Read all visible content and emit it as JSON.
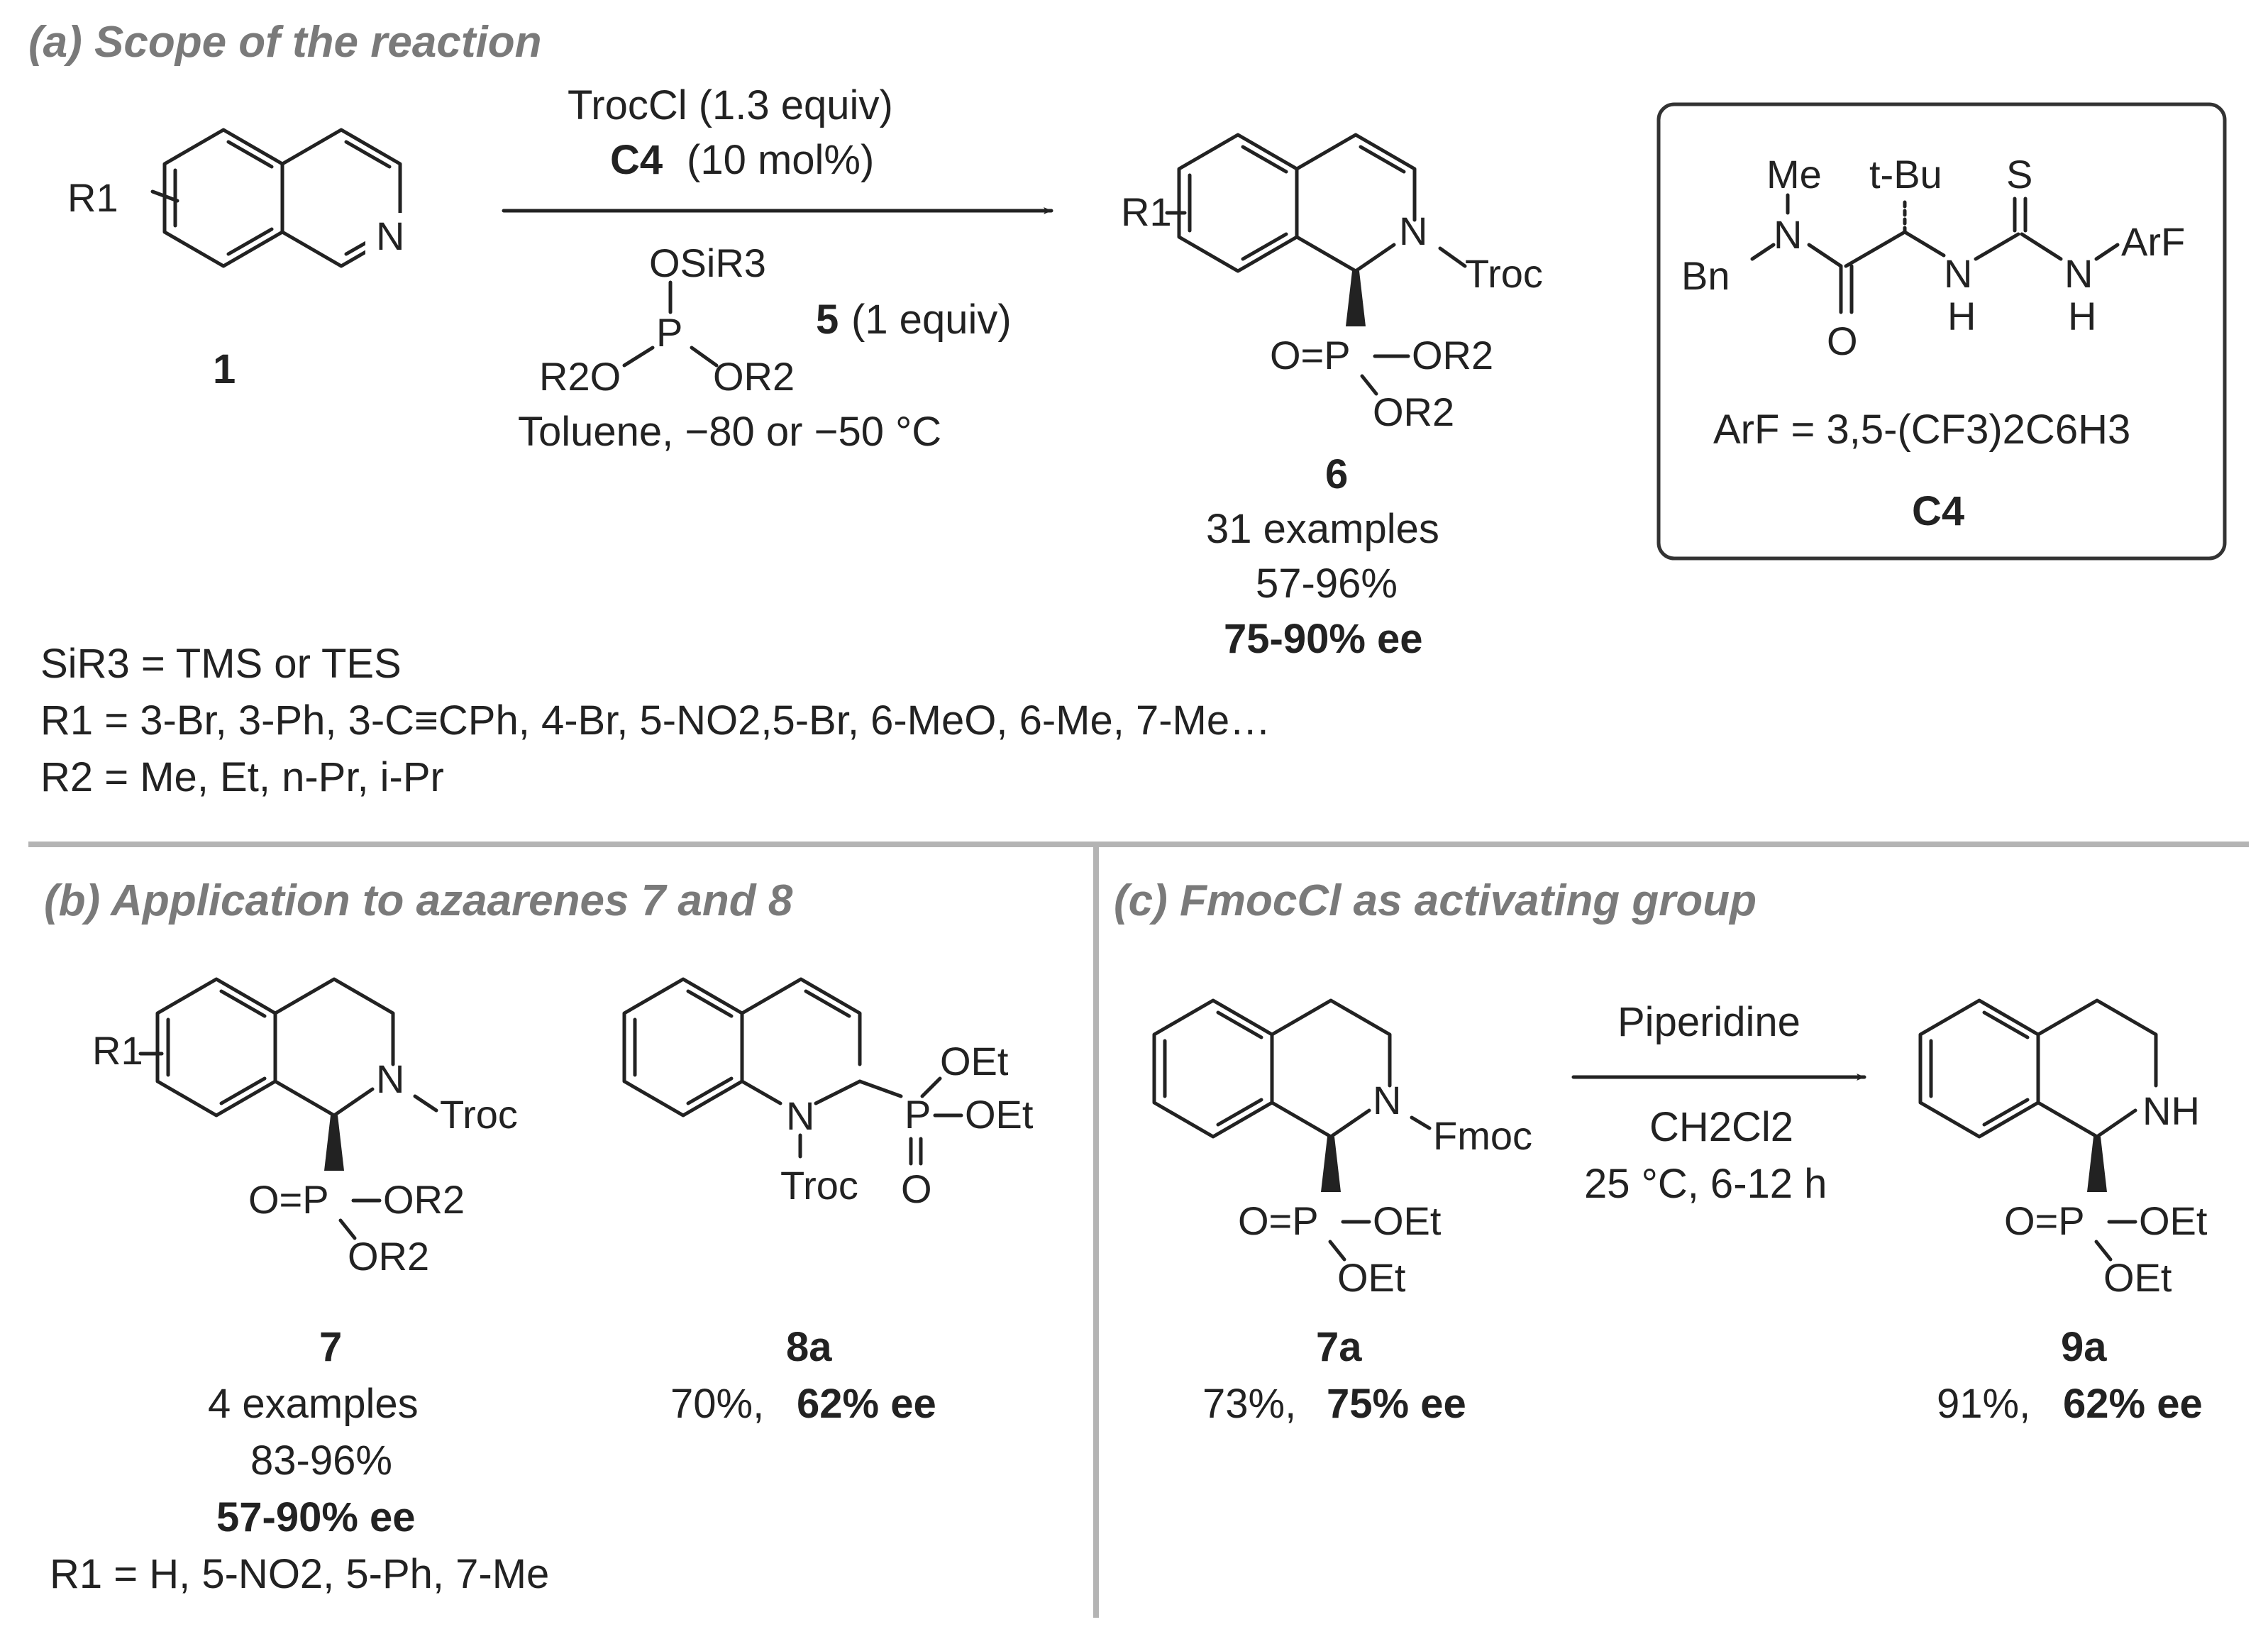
{
  "section_a": {
    "header": "(a) Scope of the reaction",
    "reagents_top": [
      "TrocCl (1.3 equiv)",
      "C4",
      "(10 mol%)"
    ],
    "phosphite": {
      "osir3": "OSiR3",
      "p": "P",
      "r2o": "R2O",
      "or2": "OR2",
      "number": "5",
      "equiv": "(1 equiv)"
    },
    "conditions": "Toluene, −80 or −50 °C",
    "substrate": {
      "r1": "R1",
      "n": "N",
      "number": "1"
    },
    "product": {
      "r1": "R1",
      "n": "N",
      "troc": "Troc",
      "p": "O=P",
      "or2_a": "OR2",
      "or2_b": "OR2",
      "number": "6",
      "examples": "31 examples",
      "yield": "57-96%",
      "ee": "75-90% ee"
    },
    "catalyst": {
      "me": "Me",
      "tbu": "t-Bu",
      "s": "S",
      "bn": "Bn",
      "n1": "N",
      "n2": "N",
      "n3": "N",
      "h1": "H",
      "h2": "H",
      "o": "O",
      "arf": "ArF",
      "arf_def": "ArF = 3,5-(CF3)2C6H3",
      "label": "C4"
    },
    "notes": [
      "SiR3 = TMS or TES",
      "R1 = 3-Br, 3-Ph, 3-C≡CPh, 4-Br, 5-NO2,5-Br, 6-MeO, 6-Me, 7-Me…",
      "R2 = Me, Et, n-Pr, i-Pr"
    ]
  },
  "section_b": {
    "header": "(b) Application to azaarenes 7 and 8",
    "cmpd7": {
      "r1": "R1",
      "n": "N",
      "troc": "Troc",
      "p": "O=P",
      "or2_a": "OR2",
      "or2_b": "OR2",
      "number": "7",
      "examples": "4 examples",
      "yield": "83-96%",
      "ee": "57-90% ee",
      "r1_list": "R1 = H, 5-NO2, 5-Ph, 7-Me"
    },
    "cmpd8a": {
      "n": "N",
      "troc": "Troc",
      "oet1": "OEt",
      "oet2": "OEt",
      "p": "P",
      "o": "O",
      "number": "8a",
      "yield": "70%,",
      "ee": "62% ee"
    }
  },
  "section_c": {
    "header": "(c) FmocCl as activating group",
    "cmpd7a": {
      "n": "N",
      "fmoc": "Fmoc",
      "p": "O=P",
      "oet1": "OEt",
      "oet2": "OEt",
      "number": "7a",
      "yield": "73%,",
      "ee": "75% ee"
    },
    "reagent": "Piperidine",
    "solvent": "CH2Cl2",
    "conditions": "25 °C, 6-12 h",
    "cmpd9a": {
      "nh": "NH",
      "p": "O=P",
      "oet1": "OEt",
      "oet2": "OEt",
      "number": "9a",
      "yield": "91%,",
      "ee": "62% ee"
    }
  }
}
